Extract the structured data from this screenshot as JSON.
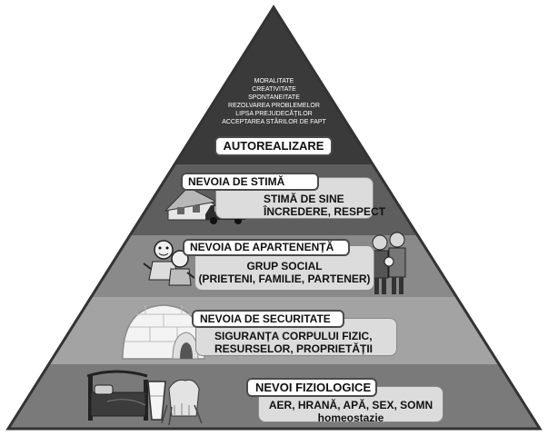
{
  "pyramid": {
    "top": {
      "traits": [
        "MORALITATE",
        "CREATIVITATE",
        "SPONTANEITATE",
        "REZOLVAREA PROBLEMELOR",
        "LIPSA PREJUDECĂȚILOR",
        "ACCEPTAREA STĂRILOR DE FAPT"
      ],
      "label": "AUTOREALIZARE"
    },
    "levels": [
      {
        "label": "NEVOIA DE STIMĂ",
        "lines": [
          "STIMĂ DE SINE",
          "ÎNCREDERE, RESPECT"
        ]
      },
      {
        "label": "NEVOIA DE APARTENENȚĂ",
        "lines": [
          "GRUP SOCIAL",
          "(PRIETENI, FAMILIE, PARTENER)"
        ]
      },
      {
        "label": "NEVOIA DE SECURITATE",
        "lines": [
          "SIGURANȚA CORPULUI FIZIC,",
          "RESURSELOR, PROPRIETĂȚII"
        ]
      },
      {
        "label": "NEVOI FIZIOLOGICE",
        "lines": [
          "AER, HRANĂ, APĂ, SEX, SOMN",
          "homeostazie"
        ]
      }
    ]
  }
}
